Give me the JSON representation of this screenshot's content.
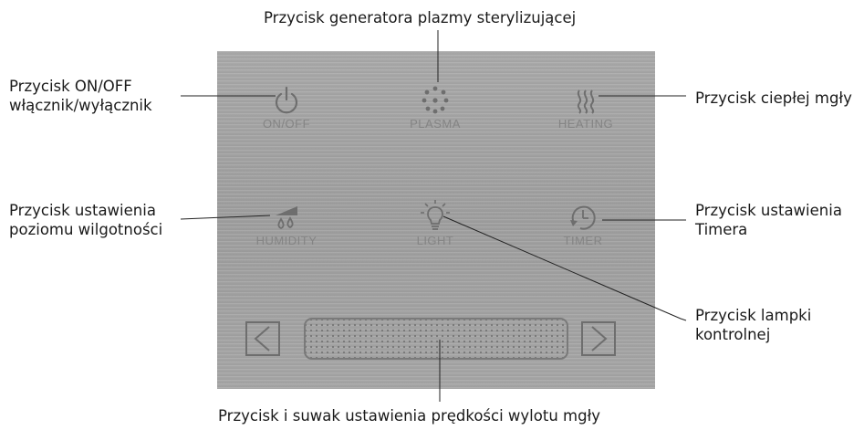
{
  "panel": {
    "buttons": {
      "onoff": "ON/OFF",
      "plasma": "PLASMA",
      "heating": "HEATING",
      "humidity": "HUMIDITY",
      "light": "LIGHT",
      "timer": "TIMER"
    },
    "colors": {
      "panel_background": "#a4a4a4",
      "label_text": "#848484",
      "icon_stroke": "#6e6e6e"
    }
  },
  "callouts": {
    "plasma": "Przycisk generatora plazmy sterylizującej",
    "onoff_line1": "Przycisk ON/OFF",
    "onoff_line2": "włącznik/wyłącznik",
    "heating": "Przycisk ciepłej mgły",
    "humidity_line1": "Przycisk ustawienia",
    "humidity_line2": "poziomu wilgotności",
    "timer_line1": "Przycisk ustawienia",
    "timer_line2": "Timera",
    "light_line1": "Przycisk lampki",
    "light_line2": "kontrolnej",
    "slider": "Przycisk i suwak ustawienia prędkości wylotu mgły"
  },
  "icons": {
    "onoff": "power-icon",
    "plasma": "plasma-dots-icon",
    "heating": "heat-waves-icon",
    "humidity": "humidity-drops-icon",
    "light": "light-bulb-icon",
    "timer": "timer-clock-icon",
    "left": "chevron-left-icon",
    "right": "chevron-right-icon"
  }
}
